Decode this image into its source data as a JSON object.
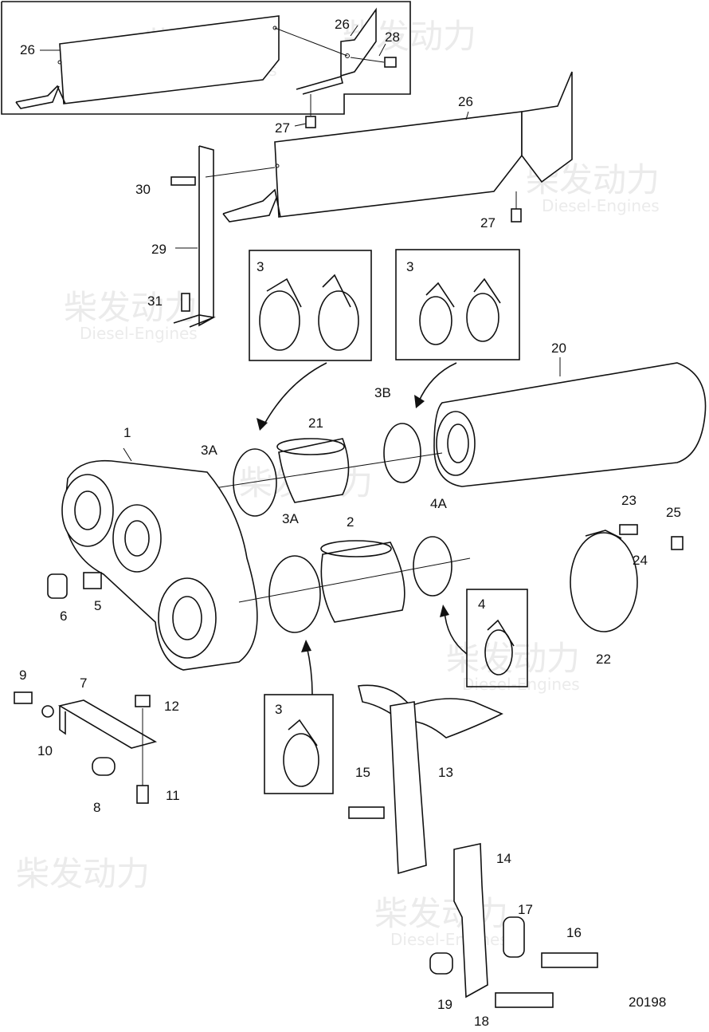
{
  "diagram_id": "20198",
  "watermark": {
    "cn": "柴发动力",
    "en": "Diesel-Engines"
  },
  "callouts": [
    "1",
    "2",
    "3",
    "3A",
    "3B",
    "4",
    "4A",
    "5",
    "6",
    "7",
    "8",
    "9",
    "10",
    "11",
    "12",
    "13",
    "14",
    "15",
    "16",
    "17",
    "18",
    "19",
    "20",
    "21",
    "22",
    "23",
    "24",
    "25",
    "26",
    "27",
    "28",
    "29",
    "30",
    "31"
  ],
  "inset_callouts": [
    "26",
    "26",
    "28",
    "27"
  ]
}
